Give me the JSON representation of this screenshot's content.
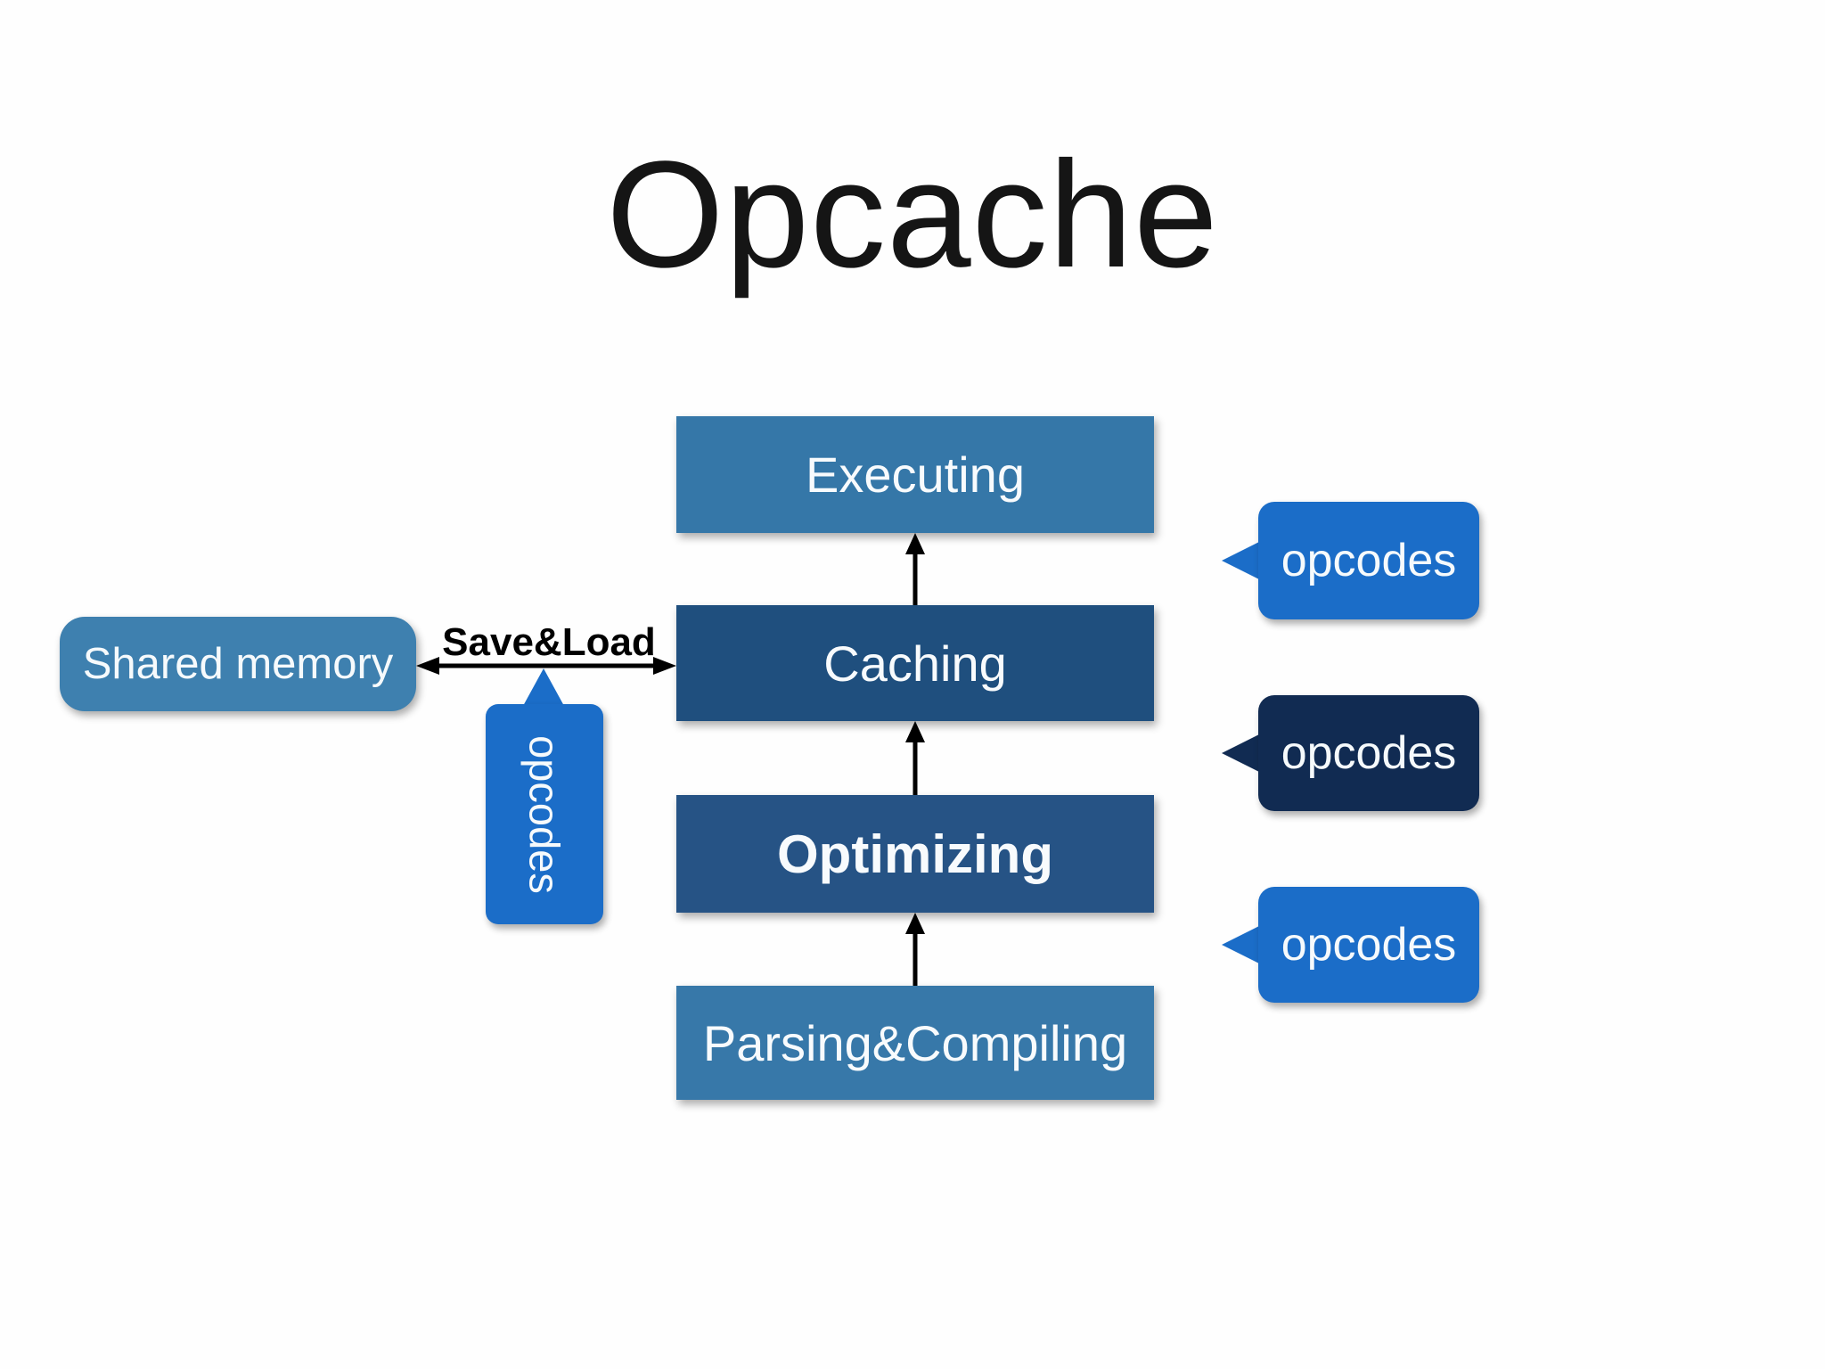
{
  "title": {
    "text": "Opcache"
  },
  "pipeline": {
    "flow_direction": "bottom-to-top",
    "boxes": [
      {
        "id": "executing",
        "label": "Executing"
      },
      {
        "id": "caching",
        "label": "Caching"
      },
      {
        "id": "optimizing",
        "label": "Optimizing"
      },
      {
        "id": "parsing_compiling",
        "label": "Parsing&Compiling"
      }
    ]
  },
  "shared_memory": {
    "label": "Shared memory"
  },
  "save_load": {
    "label": "Save&Load"
  },
  "opcodes_bubbles": {
    "left": {
      "label": "opcodes",
      "orientation": "vertical",
      "points": "up"
    },
    "right": [
      {
        "label": "opcodes",
        "style": "bright-blue",
        "points": "left"
      },
      {
        "label": "opcodes",
        "style": "navy",
        "points": "left"
      },
      {
        "label": "opcodes",
        "style": "bright-blue",
        "points": "left"
      }
    ]
  },
  "colors": {
    "box_medium_blue": "#3577a8",
    "box_caching_blue": "#1f4f7e",
    "box_optimizing_blue": "#265385",
    "shared_memory_blue": "#3e80af",
    "bubble_bright_blue": "#1b6dc8",
    "bubble_navy": "#112b52",
    "arrow_black": "#000000",
    "label_white": "#f8fbfd",
    "title_black": "#151515"
  }
}
